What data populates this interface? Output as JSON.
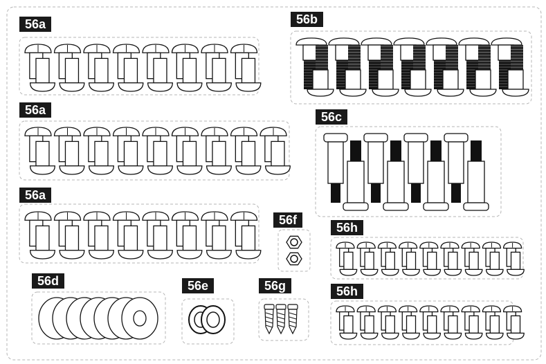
{
  "sheet": {
    "groups": [
      {
        "id": "a1",
        "label": "56a",
        "kind": "screw",
        "count": 8
      },
      {
        "id": "b",
        "label": "56b",
        "kind": "bolt",
        "count": 7
      },
      {
        "id": "a2",
        "label": "56a",
        "kind": "screw",
        "count": 9
      },
      {
        "id": "c",
        "label": "56c",
        "kind": "pin",
        "count": 4
      },
      {
        "id": "a3",
        "label": "56a",
        "kind": "screw",
        "count": 8
      },
      {
        "id": "f",
        "label": "56f",
        "kind": "nut",
        "count": 2
      },
      {
        "id": "h1",
        "label": "56h",
        "kind": "small-screw",
        "count": 9
      },
      {
        "id": "d",
        "label": "56d",
        "kind": "washer",
        "count": 7
      },
      {
        "id": "e",
        "label": "56e",
        "kind": "spring-washer",
        "count": 2
      },
      {
        "id": "g",
        "label": "56g",
        "kind": "anchor",
        "count": 3
      },
      {
        "id": "h2",
        "label": "56h",
        "kind": "small-screw",
        "count": 9
      }
    ]
  }
}
